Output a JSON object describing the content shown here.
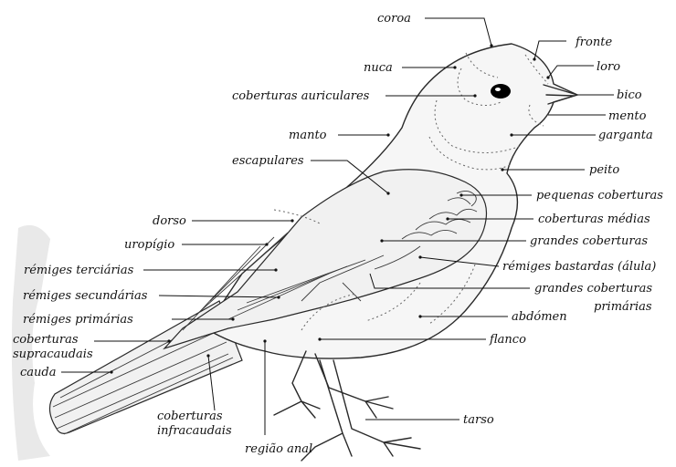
{
  "labels": {
    "coroa": "coroa",
    "fronte": "fronte",
    "nuca": "nuca",
    "loro": "loro",
    "coberturas_auriculares": "coberturas auriculares",
    "bico": "bico",
    "mento": "mento",
    "manto": "manto",
    "garganta": "garganta",
    "escapulares": "escapulares",
    "peito": "peito",
    "pequenas_coberturas": "pequenas coberturas",
    "dorso": "dorso",
    "coberturas_medias": "coberturas médias",
    "uropigio": "uropígio",
    "grandes_coberturas": "grandes coberturas",
    "remiges_terciarias": "rémiges terciárias",
    "remiges_bastardas": "rémiges bastardas (álula)",
    "remiges_secundarias": "rémiges secundárias",
    "grandes_coberturas_primarias_1": "grandes coberturas",
    "grandes_coberturas_primarias_2": "primárias",
    "remiges_primarias": "rémiges primárias",
    "abdomen": "abdómen",
    "coberturas_supracaudais_1": "coberturas",
    "coberturas_supracaudais_2": "supracaudais",
    "flanco": "flanco",
    "cauda": "cauda",
    "coberturas_infracaudais_1": "coberturas",
    "coberturas_infracaudais_2": "infracaudais",
    "tarso": "tarso",
    "regiao_anal": "região anal"
  },
  "colors": {
    "ink": "#111111",
    "shading": "#e9e9e9",
    "eye": "#000000"
  }
}
